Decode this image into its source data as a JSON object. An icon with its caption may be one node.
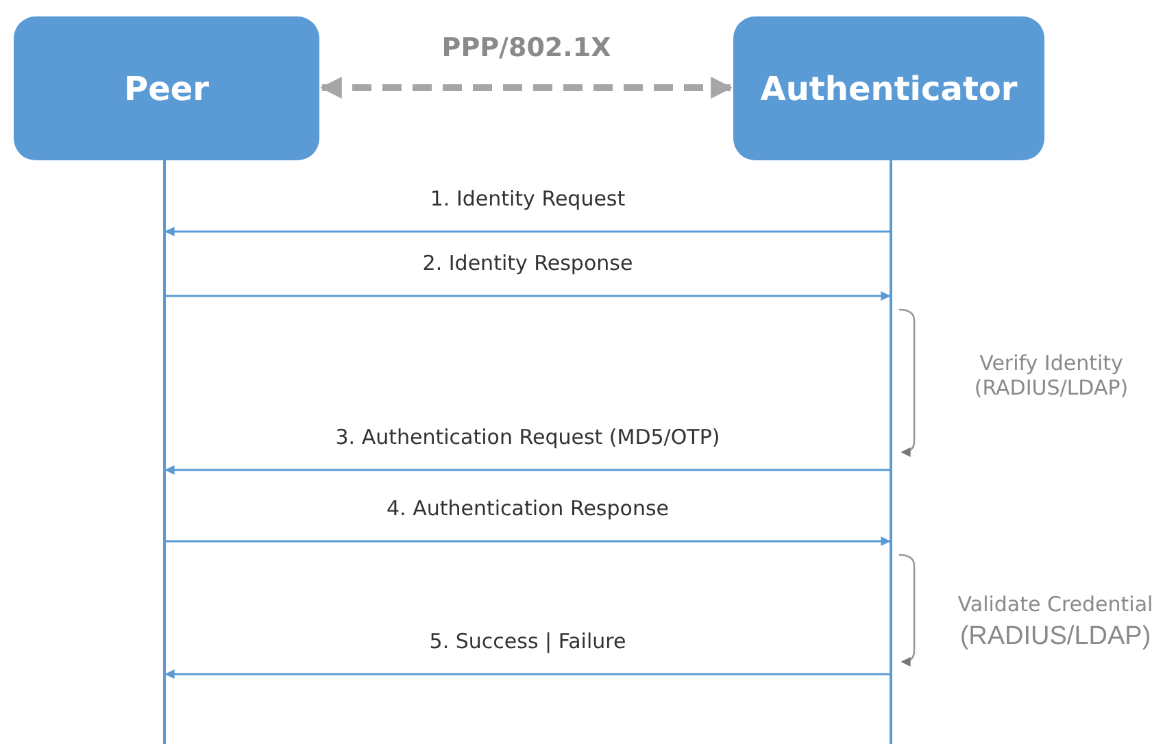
{
  "diagram": {
    "nodes": [
      {
        "text": [
          "Peer"
        ]
      },
      {
        "text": [
          "Authenticator"
        ]
      },
      {
        "text": [],
        "shape": "line"
      },
      {
        "text": [],
        "shape": "line"
      }
    ],
    "edges": [
      {
        "from": 0,
        "to": 1,
        "arrow": "both",
        "label": "PPP/802.1X",
        "style": "dashed",
        "color": "#a6a6a6"
      },
      {
        "from": 3,
        "to": 2,
        "arrow": "to",
        "label": "1. Identity Request"
      },
      {
        "from": 2,
        "to": 3,
        "arrow": "to",
        "label": "2. Identity Response"
      },
      {
        "from": 3,
        "to": 2,
        "arrow": "to",
        "label": "3. Authentication Request (MD5/OTP)"
      },
      {
        "from": 2,
        "to": 3,
        "arrow": "to",
        "label": "4. Authentication Response"
      },
      {
        "from": 3,
        "to": 2,
        "arrow": "to",
        "label": "5. Success | Failure"
      }
    ],
    "labels": [
      "Verify Identity (RADIUS/LDAP)",
      "Validate Credential",
      "(RADIUS/LDAP)"
    ]
  }
}
